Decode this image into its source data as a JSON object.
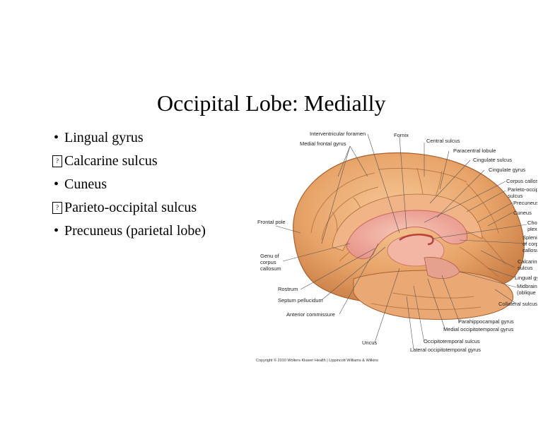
{
  "slide": {
    "title": "Occipital Lobe: Medially",
    "bullets": [
      {
        "marker": "•",
        "text": "Lingual gyrus"
      },
      {
        "marker": "",
        "text": "Calcarine sulcus"
      },
      {
        "marker": "•",
        "text": "Cuneus"
      },
      {
        "marker": "",
        "text": "Parieto-occipital sulcus"
      },
      {
        "marker": "•",
        "text": "Precuneus (parietal lobe)"
      }
    ]
  },
  "figure": {
    "labels": {
      "interventricular_foramen": "Interventricular foramen",
      "medial_frontal_gyrus": "Medial frontal gyrus",
      "fornix": "Fornix",
      "central_sulcus": "Central sulcus",
      "paracentral_lobule": "Paracentral lobule",
      "cingulate_sulcus": "Cingulate sulcus",
      "cingulate_gyrus": "Cingulate gyrus",
      "corpus_callosum": "Corpus callosum",
      "parieto_occipital_sulcus_1": "Parieto-occipital",
      "parieto_occipital_sulcus_2": "sulcus",
      "precuneus": "Precuneus",
      "cuneus": "Cuneus",
      "choroid_plexus_1": "Choroid",
      "choroid_plexus_2": "plexus",
      "splenium_1": "Splenium",
      "splenium_2": "of corpus",
      "splenium_3": "callosum",
      "calcarine_1": "Calcarine",
      "calcarine_2": "sulcus",
      "lingual_gyrus": "Lingual gyrus",
      "midbrain_1": "Midbrain",
      "midbrain_2": "(oblique cut)",
      "collateral_sulcus": "Collateral sulcus",
      "parahippocampal_gyrus": "Parahippocampal gyrus",
      "medial_occipitotemporal_gyrus": "Medial occipitotemporal gyrus",
      "occipitotemporal_sulcus": "Occipitotemporal sulcus",
      "lateral_occipitotemporal_gyrus": "Lateral occipitotemporal gyrus",
      "uncus": "Uncus",
      "anterior_commissure": "Anterior commissure",
      "septum_pellucidum": "Septum pellucidum",
      "rostrum": "Rostrum",
      "genu_1": "Genu of",
      "genu_2": "corpus",
      "genu_3": "callosum",
      "frontal_pole": "Frontal pole"
    },
    "copyright": "Copyright © 2010 Wolters Kluwer Health | Lippincott Williams & Wilkins"
  }
}
